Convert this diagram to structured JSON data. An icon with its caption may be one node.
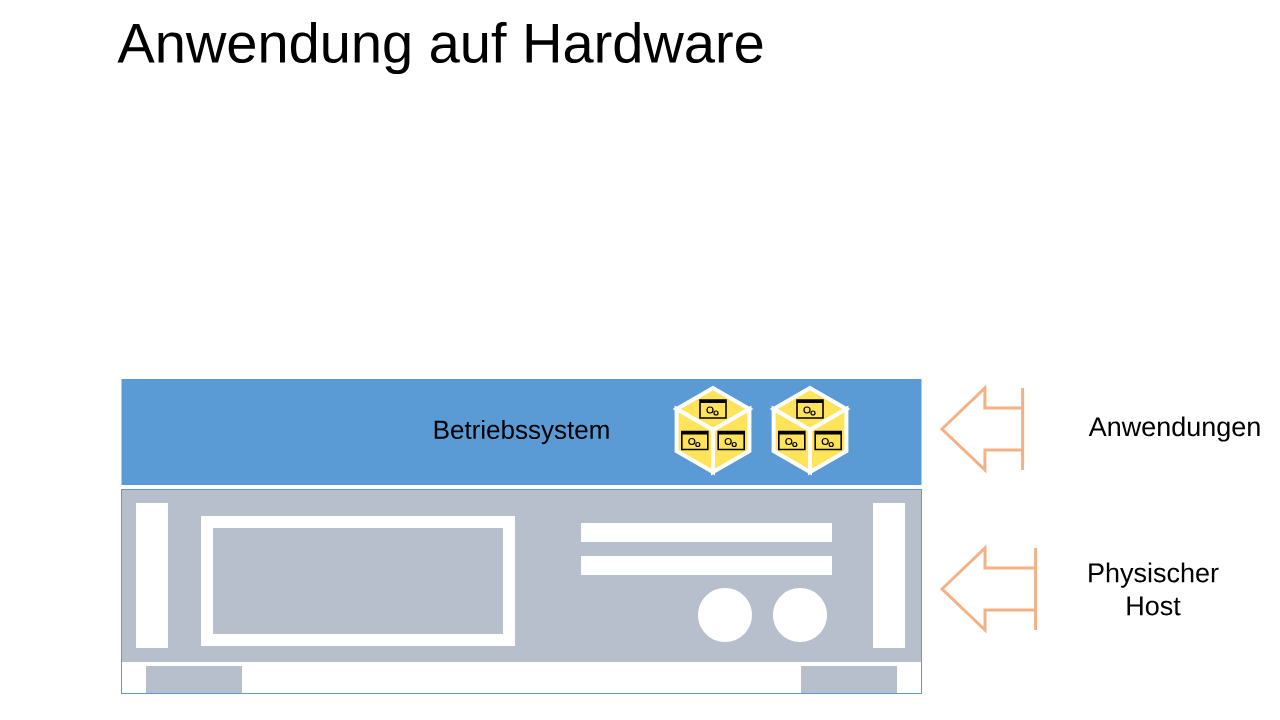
{
  "diagram": {
    "title": "Anwendung auf Hardware",
    "nodes": [
      {
        "text": [
          "Betriebssystem"
        ]
      },
      {
        "text": [],
        "shape": "picture"
      },
      {
        "text": [
          "Anwendungen"
        ]
      },
      {
        "text": [
          "Physischer Host"
        ]
      }
    ],
    "edges": [
      {
        "from": 2,
        "to": 0,
        "arrow": "to"
      },
      {
        "from": 3,
        "to": 1,
        "arrow": "to"
      }
    ]
  }
}
